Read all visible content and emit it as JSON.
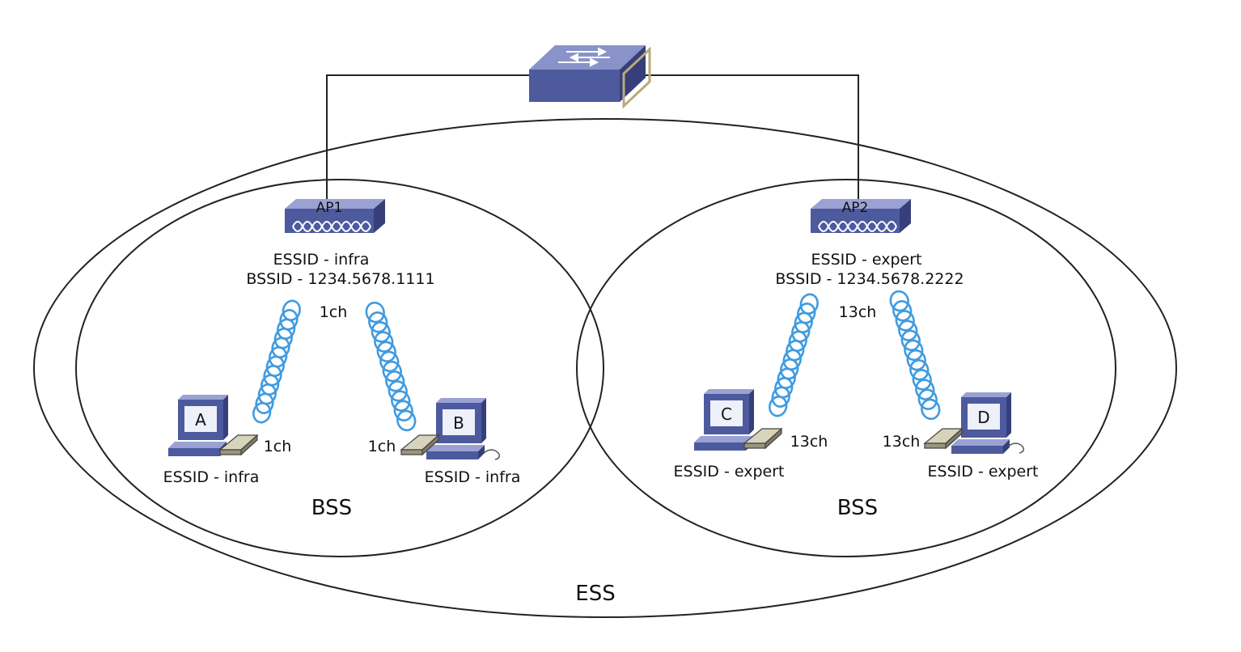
{
  "colors": {
    "device_top": "#8a93c9",
    "device_front": "#4d5a9e",
    "device_side": "#363f7a",
    "wave": "#3f9be0",
    "line": "#222222",
    "card": "#b9b59c"
  },
  "ess": {
    "label": "ESS"
  },
  "switch": {
    "icon": "switch-icon"
  },
  "bss_left": {
    "label": "BSS",
    "ap": {
      "name": "AP1",
      "essid": "ESSID - infra",
      "bssid": "BSSID - 1234.5678.1111",
      "channel": "1ch"
    },
    "clients": [
      {
        "name": "A",
        "essid": "ESSID - infra",
        "channel": "1ch"
      },
      {
        "name": "B",
        "essid": "ESSID - infra",
        "channel": "1ch"
      }
    ]
  },
  "bss_right": {
    "label": "BSS",
    "ap": {
      "name": "AP2",
      "essid": "ESSID - expert",
      "bssid": "BSSID - 1234.5678.2222",
      "channel": "13ch"
    },
    "clients": [
      {
        "name": "C",
        "essid": "ESSID - expert",
        "channel": "13ch"
      },
      {
        "name": "D",
        "essid": "ESSID - expert",
        "channel": "13ch"
      }
    ]
  }
}
